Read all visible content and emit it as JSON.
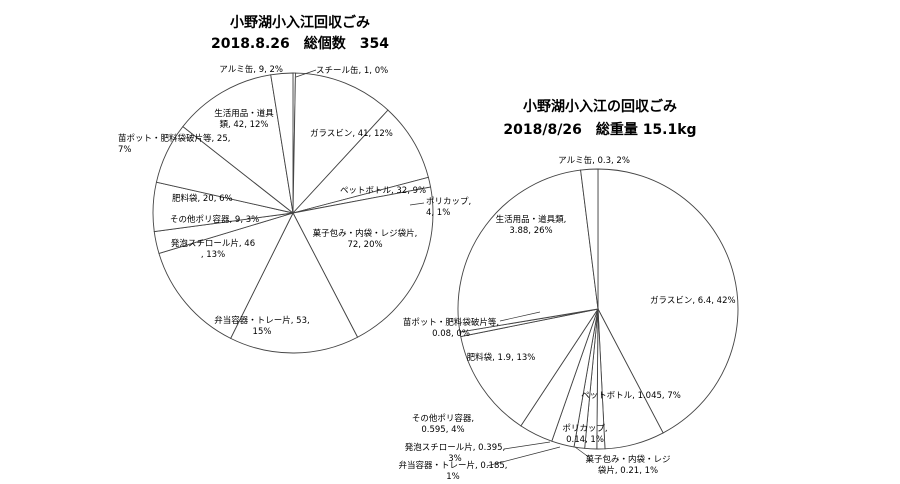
{
  "chart_data": [
    {
      "type": "pie",
      "title": "小野湖小入江回収ごみ",
      "subtitle": "2018.8.26　総個数　354",
      "slices": [
        {
          "label": "スチール缶, 1, 0%",
          "value": 1
        },
        {
          "label": "ガラスビン, 41, 12%",
          "value": 41
        },
        {
          "label": "ペットボトル, 32, 9%",
          "value": 32
        },
        {
          "label": "ポリカップ, 4, 1%",
          "value": 4
        },
        {
          "label": "菓子包み・内袋・レジ袋片, 72, 20%",
          "value": 72
        },
        {
          "label": "弁当容器・トレー片, 53, 15%",
          "value": 53
        },
        {
          "label": "発泡スチロール片, 46, 13%",
          "value": 46
        },
        {
          "label": "その他ポリ容器, 9, 3%",
          "value": 9
        },
        {
          "label": "肥料袋, 20, 6%",
          "value": 20
        },
        {
          "label": "苗ポット・肥料袋破片等, 25, 7%",
          "value": 25
        },
        {
          "label": "生活用品・道具類, 42, 12%",
          "value": 42
        },
        {
          "label": "アルミ缶, 9, 2%",
          "value": 9
        }
      ]
    },
    {
      "type": "pie",
      "title": "小野湖小入江の回収ごみ",
      "subtitle": "2018/8/26　総重量 15.1kg",
      "slices": [
        {
          "label": "ガラスビン, 6.4, 42%",
          "value": 6.4
        },
        {
          "label": "ペットボトル, 1.045, 7%",
          "value": 1.045
        },
        {
          "label": "ポリカップ, 0.14, 1%",
          "value": 0.14
        },
        {
          "label": "菓子包み・内袋・レジ袋片, 0.21, 1%",
          "value": 0.21
        },
        {
          "label": "弁当容器・トレー片, 0.185, 1%",
          "value": 0.185
        },
        {
          "label": "発泡スチロール片, 0.395, 3%",
          "value": 0.395
        },
        {
          "label": "その他ポリ容器, 0.595, 4%",
          "value": 0.595
        },
        {
          "label": "肥料袋, 1.9, 13%",
          "value": 1.9
        },
        {
          "label": "苗ポット・肥料袋破片等, 0.08, 0%",
          "value": 0.08
        },
        {
          "label": "生活用品・道具類, 3.88, 26%",
          "value": 3.88
        },
        {
          "label": "アルミ缶, 0.3, 2%",
          "value": 0.3
        }
      ]
    }
  ]
}
